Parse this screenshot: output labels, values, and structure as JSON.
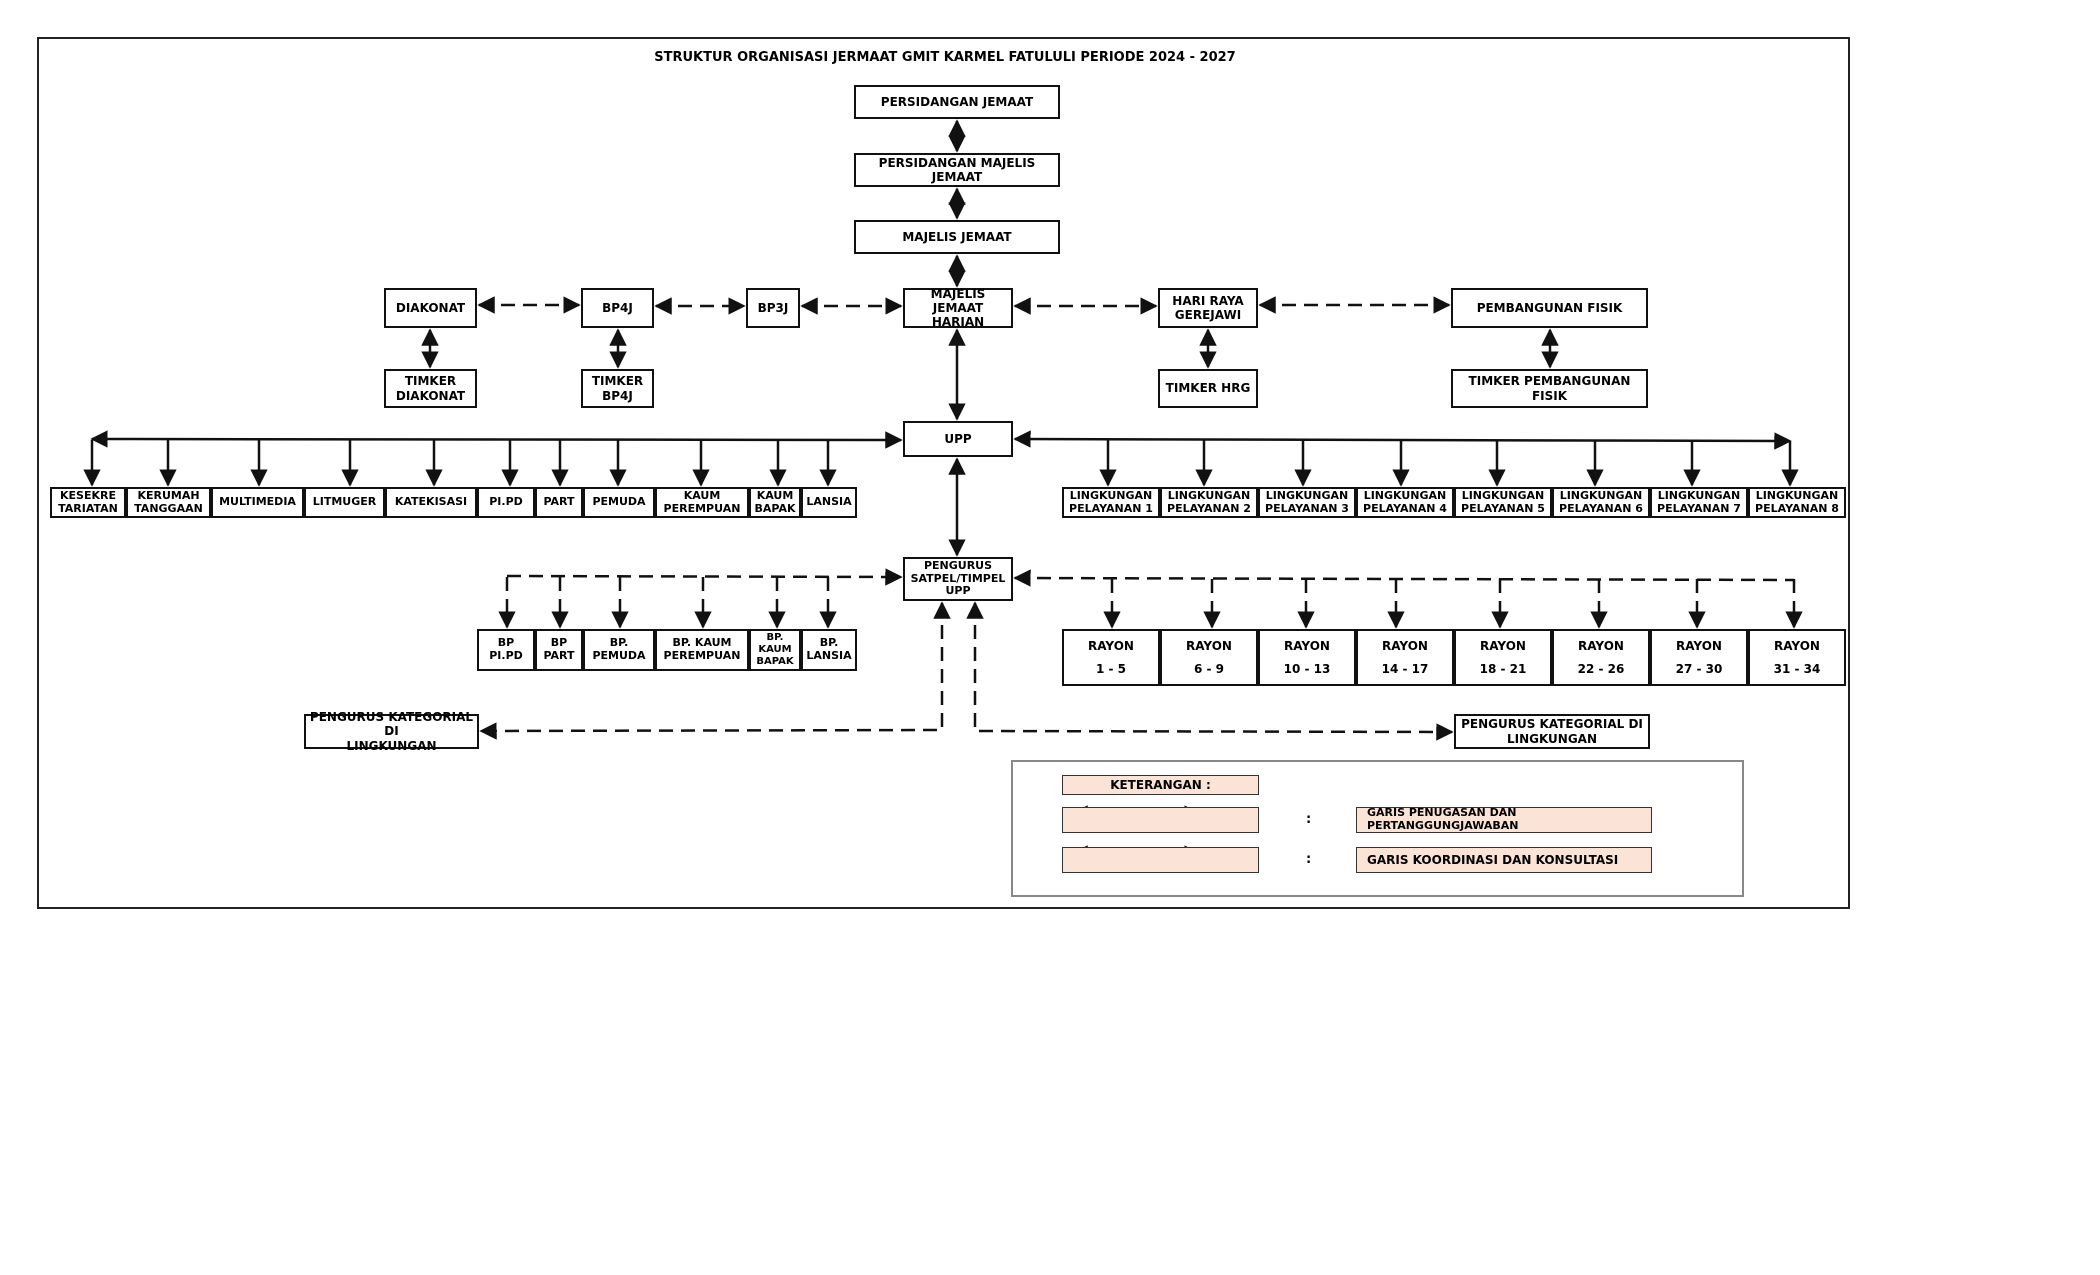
{
  "title": "STRUKTUR ORGANISASI JERMAAT GMIT KARMEL FATULULI PERIODE 2024 - 2027",
  "top": {
    "persidangan_jemaat": "PERSIDANGAN JEMAAT",
    "persidangan_majelis": "PERSIDANGAN MAJELIS JEMAAT",
    "majelis_jemaat": "MAJELIS JEMAAT",
    "mjh": "MAJELIS\nJEMAAT HARIAN",
    "upp": "UPP",
    "pengurus_satpel": "PENGURUS\nSATPEL/TIMPEL\nUPP"
  },
  "row_mid": {
    "diakonat": "DIAKONAT",
    "bp4j": "BP4J",
    "bp3j": "BP3J",
    "hari_raya": "HARI RAYA\nGEREJAWI",
    "pembangunan": "PEMBANGUNAN FISIK",
    "timker_diakonat": "TIMKER\nDIAKONAT",
    "timker_bp4j": "TIMKER\nBP4J",
    "timker_hrg": "TIMKER HRG",
    "timker_pembangunan": "TIMKER PEMBANGUNAN FISIK"
  },
  "units_left": [
    "KESEKRE\nTARIATAN",
    "KERUMAH\nTANGGAAN",
    "MULTIMEDIA",
    "LITMUGER",
    "KATEKISASI",
    "PI.PD",
    "PART",
    "PEMUDA",
    "KAUM\nPEREMPUAN",
    "KAUM\nBAPAK",
    "LANSIA"
  ],
  "units_right": [
    "LINGKUNGAN\nPELAYANAN 1",
    "LINGKUNGAN\nPELAYANAN 2",
    "LINGKUNGAN\nPELAYANAN 3",
    "LINGKUNGAN\nPELAYANAN 4",
    "LINGKUNGAN\nPELAYANAN 5",
    "LINGKUNGAN\nPELAYANAN 6",
    "LINGKUNGAN\nPELAYANAN 7",
    "LINGKUNGAN\nPELAYANAN 8"
  ],
  "bp_left": [
    "BP PI.PD",
    "BP\nPART",
    "BP.\nPEMUDA",
    "BP. KAUM\nPEREMPUAN",
    "BP.\nKAUM\nBAPAK",
    "BP.\nLANSIA"
  ],
  "rayons": [
    {
      "label": "RAYON",
      "range": "1 - 5"
    },
    {
      "label": "RAYON",
      "range": "6 - 9"
    },
    {
      "label": "RAYON",
      "range": "10 - 13"
    },
    {
      "label": "RAYON",
      "range": "14 - 17"
    },
    {
      "label": "RAYON",
      "range": "18 - 21"
    },
    {
      "label": "RAYON",
      "range": "22 - 26"
    },
    {
      "label": "RAYON",
      "range": "27 - 30"
    },
    {
      "label": "RAYON",
      "range": "31 - 34"
    }
  ],
  "kategorial_left": "PENGURUS KATEGORIAL DI\nLINGKUNGAN",
  "kategorial_right": "PENGURUS KATEGORIAL DI\nLINGKUNGAN",
  "legend": {
    "heading": "KETERANGAN :",
    "colon": ":",
    "solid_label": "GARIS PENUGASAN DAN\nPERTANGGUNGJAWABAN",
    "dashed_label": "GARIS KOORDINASI DAN KONSULTASI"
  },
  "colors": {
    "legend_fill": "#fbe3d6",
    "line": "#111111"
  }
}
